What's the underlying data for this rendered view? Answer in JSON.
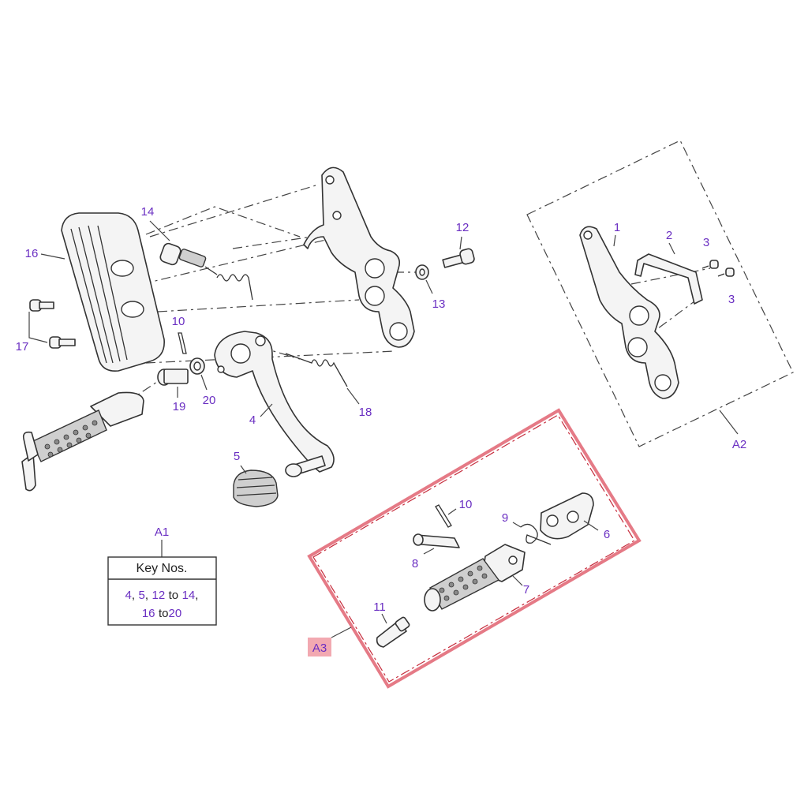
{
  "callouts": {
    "c1": "1",
    "c2": "2",
    "c3a": "3",
    "c3b": "3",
    "c4": "4",
    "c5": "5",
    "c6": "6",
    "c7": "7",
    "c8": "8",
    "c9": "9",
    "c10a": "10",
    "c10b": "10",
    "c11": "11",
    "c12": "12",
    "c13": "13",
    "c14": "14",
    "c16": "16",
    "c17": "17",
    "c18": "18",
    "c19": "19",
    "c20": "20"
  },
  "assemblies": {
    "a1": "A1",
    "a2": "A2",
    "a3": "A3"
  },
  "key_box": {
    "title": "Key Nos.",
    "n4": "4",
    "sep1": ",",
    "n5": "5",
    "sep2": ",",
    "n12": "12",
    "to1": "to",
    "n14": "14",
    "sep3": ",",
    "n16": "16",
    "to2": "to",
    "n20": "20"
  },
  "colors": {
    "callout": "#6a2fc2",
    "highlight": "#e57a86",
    "highlight_fill": "#f2a9b1"
  }
}
